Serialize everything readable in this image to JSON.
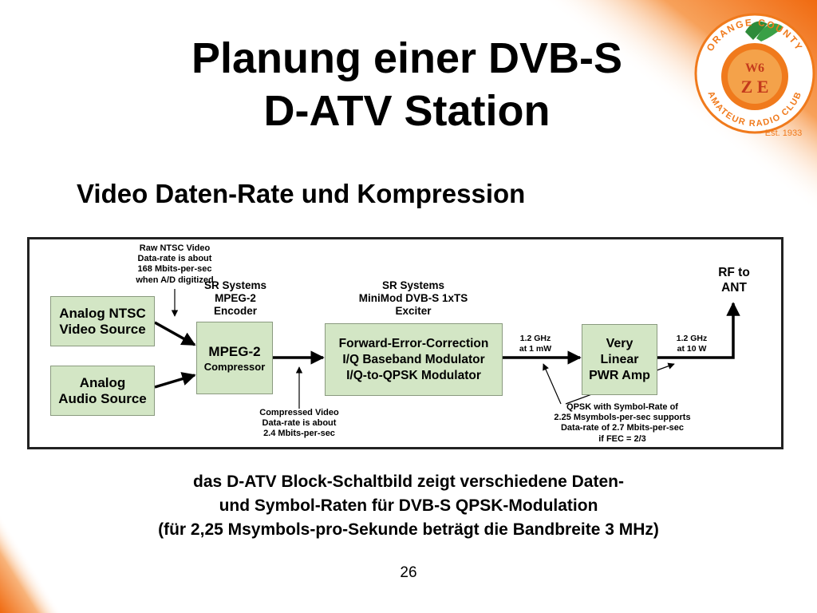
{
  "title": {
    "line1": "Planung einer DVB-S",
    "line2": "D-ATV Station"
  },
  "subtitle": "Video Daten-Rate und Kompression",
  "logo": {
    "top_text": "ORANGE COUNTY",
    "bottom_text": "AMATEUR RADIO CLUB",
    "callsign_top": "W6",
    "callsign_bottom": "Z E",
    "est": "Est. 1933",
    "colors": {
      "orange": "#f07a1c",
      "green": "#2e8b3a",
      "red": "#c43a1c"
    }
  },
  "diagram": {
    "box_color": "#d3e6c5",
    "analog_ntsc": {
      "line1": "Analog NTSC",
      "line2": "Video Source"
    },
    "analog_audio": {
      "line1": "Analog",
      "line2": "Audio Source"
    },
    "mpeg2": {
      "line1": "MPEG-2",
      "line2": "Compressor"
    },
    "exciter": {
      "line1": "Forward-Error-Correction",
      "line2": "I/Q Baseband Modulator",
      "line3": "I/Q-to-QPSK Modulator"
    },
    "amp": {
      "line1": "Very",
      "line2": "Linear",
      "line3": "PWR Amp"
    },
    "raw_ntsc_note": {
      "line1": "Raw NTSC Video",
      "line2": "Data-rate is about",
      "line3": "168 Mbits-per-sec",
      "line4": "when A/D digitized"
    },
    "encoder_label": {
      "line1": "SR Systems",
      "line2": "MPEG-2",
      "line3": "Encoder"
    },
    "exciter_label": {
      "line1": "SR Systems",
      "line2": "MiniMod DVB-S 1xTS",
      "line3": "Exciter"
    },
    "compressed_note": {
      "line1": "Compressed Video",
      "line2": "Data-rate is about",
      "line3": "2.4 Mbits-per-sec"
    },
    "exciter_out": {
      "line1": "1.2 GHz",
      "line2": "at 1 mW"
    },
    "amp_out": {
      "line1": "1.2 GHz",
      "line2": "at 10 W"
    },
    "rf_ant": {
      "line1": "RF to",
      "line2": "ANT"
    },
    "qpsk_note": {
      "line1": "QPSK with Symbol-Rate of",
      "line2": "2.25 Msymbols-per-sec supports",
      "line3": "Data-rate of 2.7 Mbits-per-sec",
      "line4": "if FEC = 2/3"
    }
  },
  "caption": {
    "line1": "das D-ATV Block-Schaltbild zeigt verschiedene Daten-",
    "line2": "und Symbol-Raten für DVB-S QPSK-Modulation",
    "line3": "(für 2,25 Msymbols-pro-Sekunde beträgt die Bandbreite 3 MHz)"
  },
  "page_number": "26"
}
